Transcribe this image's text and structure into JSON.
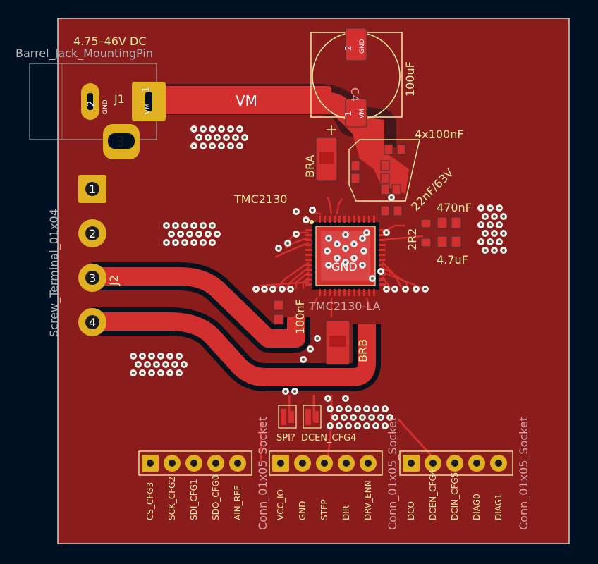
{
  "board": {
    "supply_label": "4.75–46V DC",
    "ic_label": "TMC2130",
    "ic_fab_label": "TMC2130-LA",
    "cap_bulk": "100uF",
    "cap_multi": "4x100nF",
    "cap_hv": "22nF/63V",
    "cap_470": "470nF",
    "cap_47u": "4.7uF",
    "cap_100n_left": "100nF",
    "res_bra": "BRA",
    "res_brb": "BRB",
    "res_2r2": "2R2",
    "net_vm": "VM",
    "pad_gnd": "GND",
    "pad_vm": "VM",
    "ic_center": "GND",
    "c4_ref": "C4",
    "j1_ref": "J1",
    "j2_ref": "J2",
    "jumper_spi": "SPI?",
    "jumper_dcen": "DCEN_CFG4",
    "barrel_jack_name": "Barrel_Jack_MountingPin",
    "screw_terminal_name": "Screw_Terminal_01x04",
    "socket_name": "Conn_01x05_Socket"
  },
  "j1_pins": [
    "1",
    "2",
    "3"
  ],
  "j2_pins": [
    "1",
    "2",
    "3",
    "4"
  ],
  "header_left_labels": [
    "CS_CFG3",
    "SCK_CFG2",
    "SDI_CFG1",
    "SDO_CFG0",
    "AIN_REF"
  ],
  "header_mid_labels": [
    "VCC_IO",
    "GND",
    "STEP",
    "DIR",
    "DRV_ENN"
  ],
  "header_right_labels": [
    "DCO",
    "DCEN_CFG4",
    "DCIN_CFG5",
    "DIAG0",
    "DIAG1"
  ],
  "colors": {
    "background": "#001023",
    "board_fill": "#8a1c1c",
    "copper": "#d32f2f",
    "copper_dark": "#b31b1b",
    "silkscreen": "#f2eda1",
    "pad_gold": "#e0b020",
    "fab": "#d9a6a6",
    "courtyard": "#b8b8b8",
    "edge_cuts": "#d0d0d0"
  }
}
